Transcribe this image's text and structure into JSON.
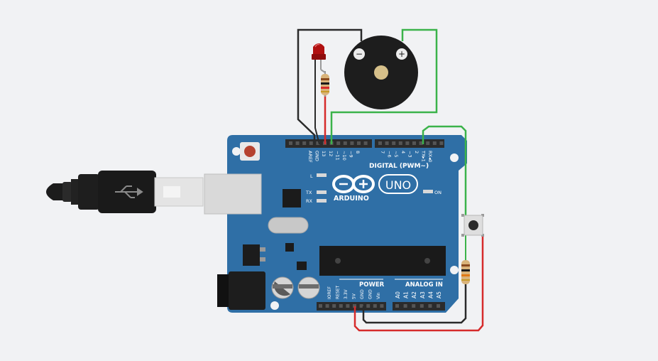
{
  "canvas": {
    "background": "#f1f2f4"
  },
  "colors": {
    "board": "#2f6fa6",
    "board_dark": "#245d8f",
    "header": "#2b2b2b",
    "wire_green": "#3bb34a",
    "wire_red": "#d62b2b",
    "wire_black": "#2a2a2a",
    "led_red": "#b01010"
  },
  "board": {
    "brand": "ARDUINO",
    "model": "UNO",
    "digital_label": "DIGITAL (PWM~)",
    "power_label": "POWER",
    "analog_label": "ANALOG IN",
    "on_label": "ON",
    "led_l": "L",
    "led_tx": "TX",
    "led_rx": "RX",
    "digital_pins": [
      "AREF",
      "GND",
      "13",
      "12",
      "~11",
      "~10",
      "~9",
      "8",
      "7",
      "~6",
      "~5",
      "4",
      "~3",
      "2",
      "TX▸1",
      "RX◂0"
    ],
    "power_pins": [
      "IOREF",
      "RESET",
      "3.3V",
      "5V",
      "GND",
      "GND",
      "Vin"
    ],
    "analog_pins": [
      "A0",
      "A1",
      "A2",
      "A3",
      "A4",
      "A5"
    ]
  },
  "buzzer": {
    "minus": "−",
    "plus": "+"
  },
  "icons": {
    "usb": "usb-trident-icon",
    "buzzer": "piezo-buzzer-icon",
    "led": "led-icon",
    "button": "pushbutton-icon"
  }
}
